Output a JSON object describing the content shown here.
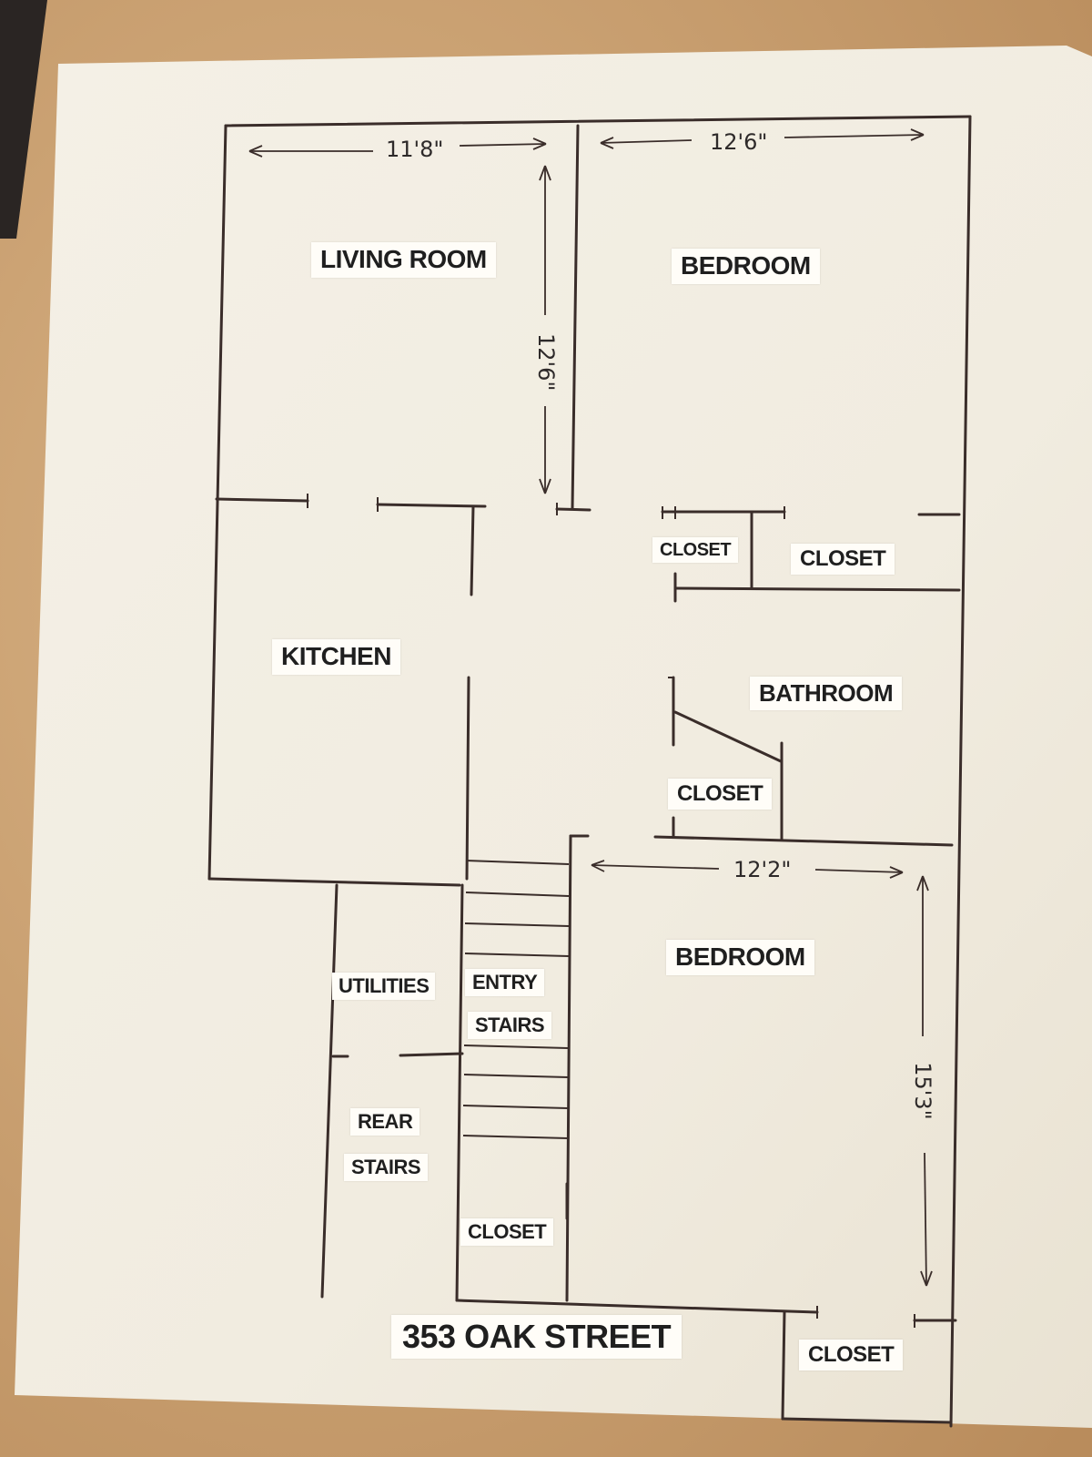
{
  "rooms": {
    "living_room": "LIVING ROOM",
    "bedroom_top": "BEDROOM",
    "closet_left": "CLOSET",
    "closet_right": "CLOSET",
    "kitchen": "KITCHEN",
    "bathroom": "BATHROOM",
    "closet_bath": "CLOSET",
    "bedroom_bottom": "BEDROOM",
    "utilities": "UTILITIES",
    "entry": "ENTRY",
    "stairs": "STAIRS",
    "rear": "REAR",
    "rear_stairs": "STAIRS",
    "closet_stairs": "CLOSET",
    "closet_corner": "CLOSET"
  },
  "dimensions": {
    "living_width": "11'8\"",
    "living_depth": "12'6\"",
    "bedroom_top_width": "12'6\"",
    "bedroom_bottom_width": "12'2\"",
    "bedroom_bottom_depth": "15'3\""
  },
  "address": "353 OAK STREET",
  "colors": {
    "table": "#c9a273",
    "paper": "#f3efe6",
    "ink": "#3a2d2a",
    "label_bg": "#fffdf8"
  }
}
